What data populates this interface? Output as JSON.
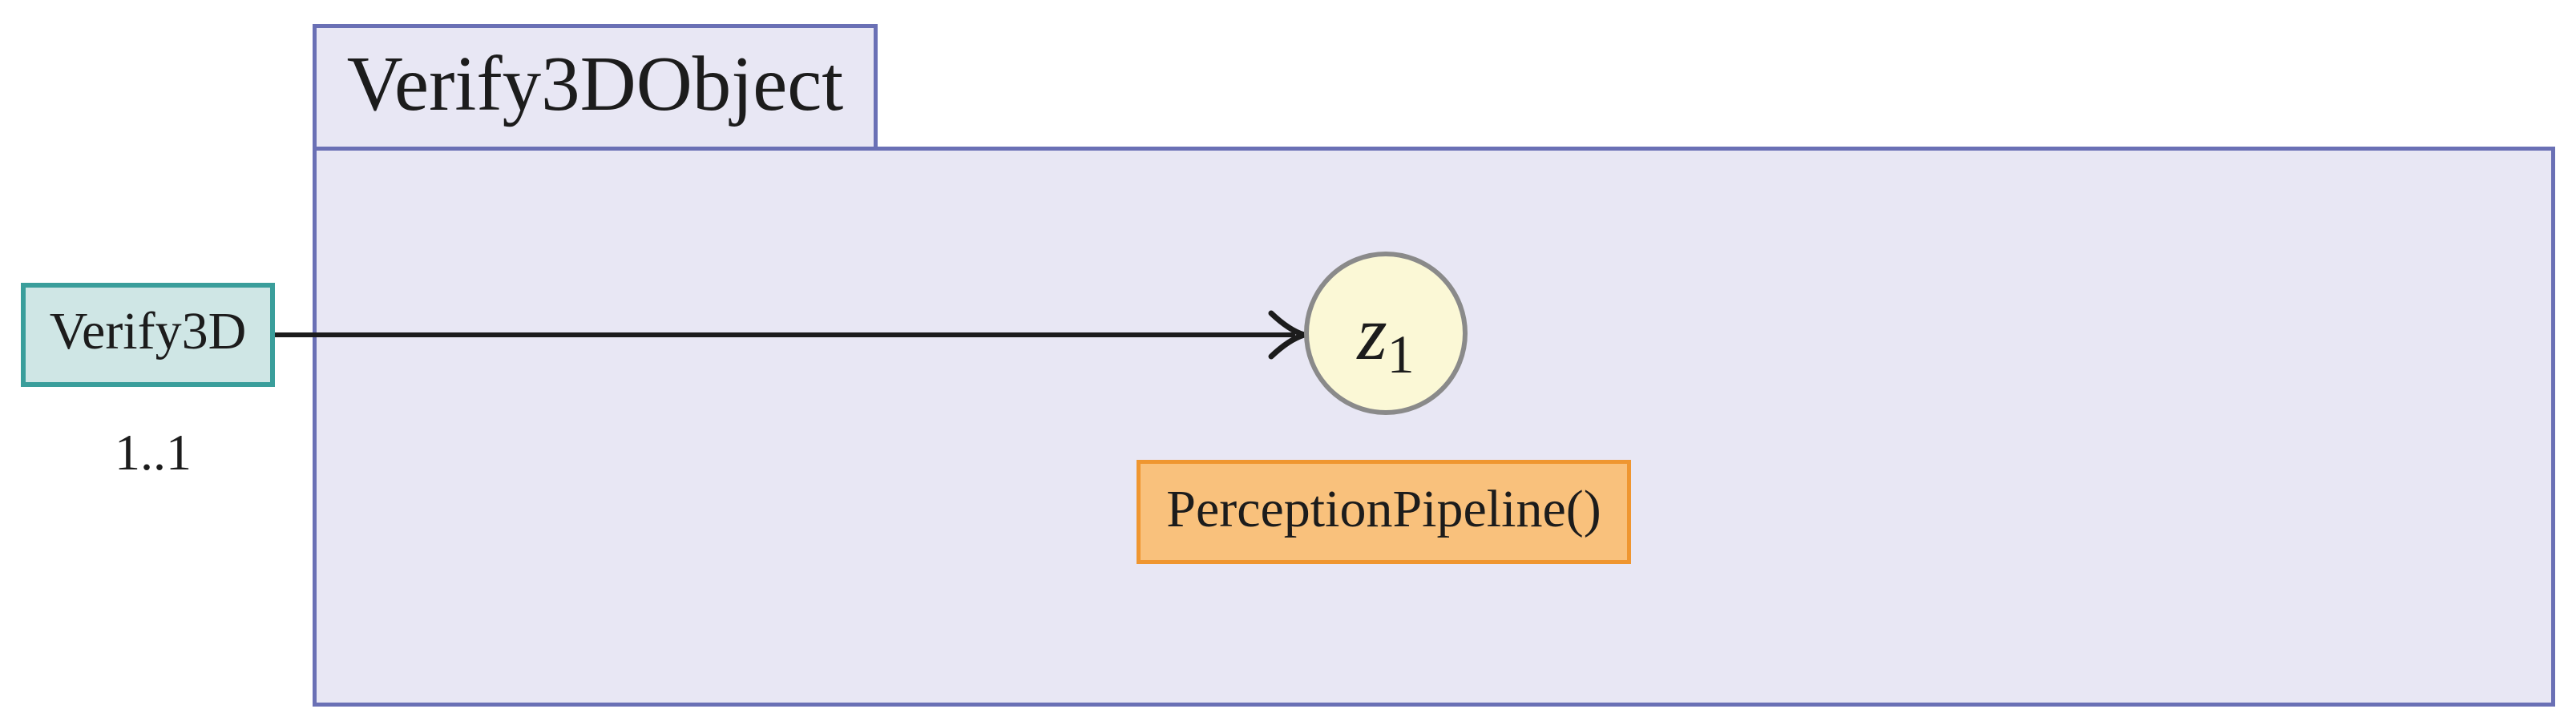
{
  "diagram": {
    "container": {
      "title": "Verify3DObject"
    },
    "input_box": {
      "label": "Verify3D",
      "multiplicity": "1..1"
    },
    "place": {
      "label_base": "z",
      "label_sub": "1"
    },
    "function_box": {
      "label": "PerceptionPipeline()"
    },
    "colors": {
      "container_fill": "#e8e7f4",
      "container_border": "#6a70b5",
      "input_fill": "#cfe6e5",
      "input_border": "#3a9e9b",
      "place_fill": "#fbf8d6",
      "place_border": "#8a8a8a",
      "function_fill": "#f9c17c",
      "function_border": "#ef9630",
      "arrow": "#1c1c1c"
    }
  }
}
